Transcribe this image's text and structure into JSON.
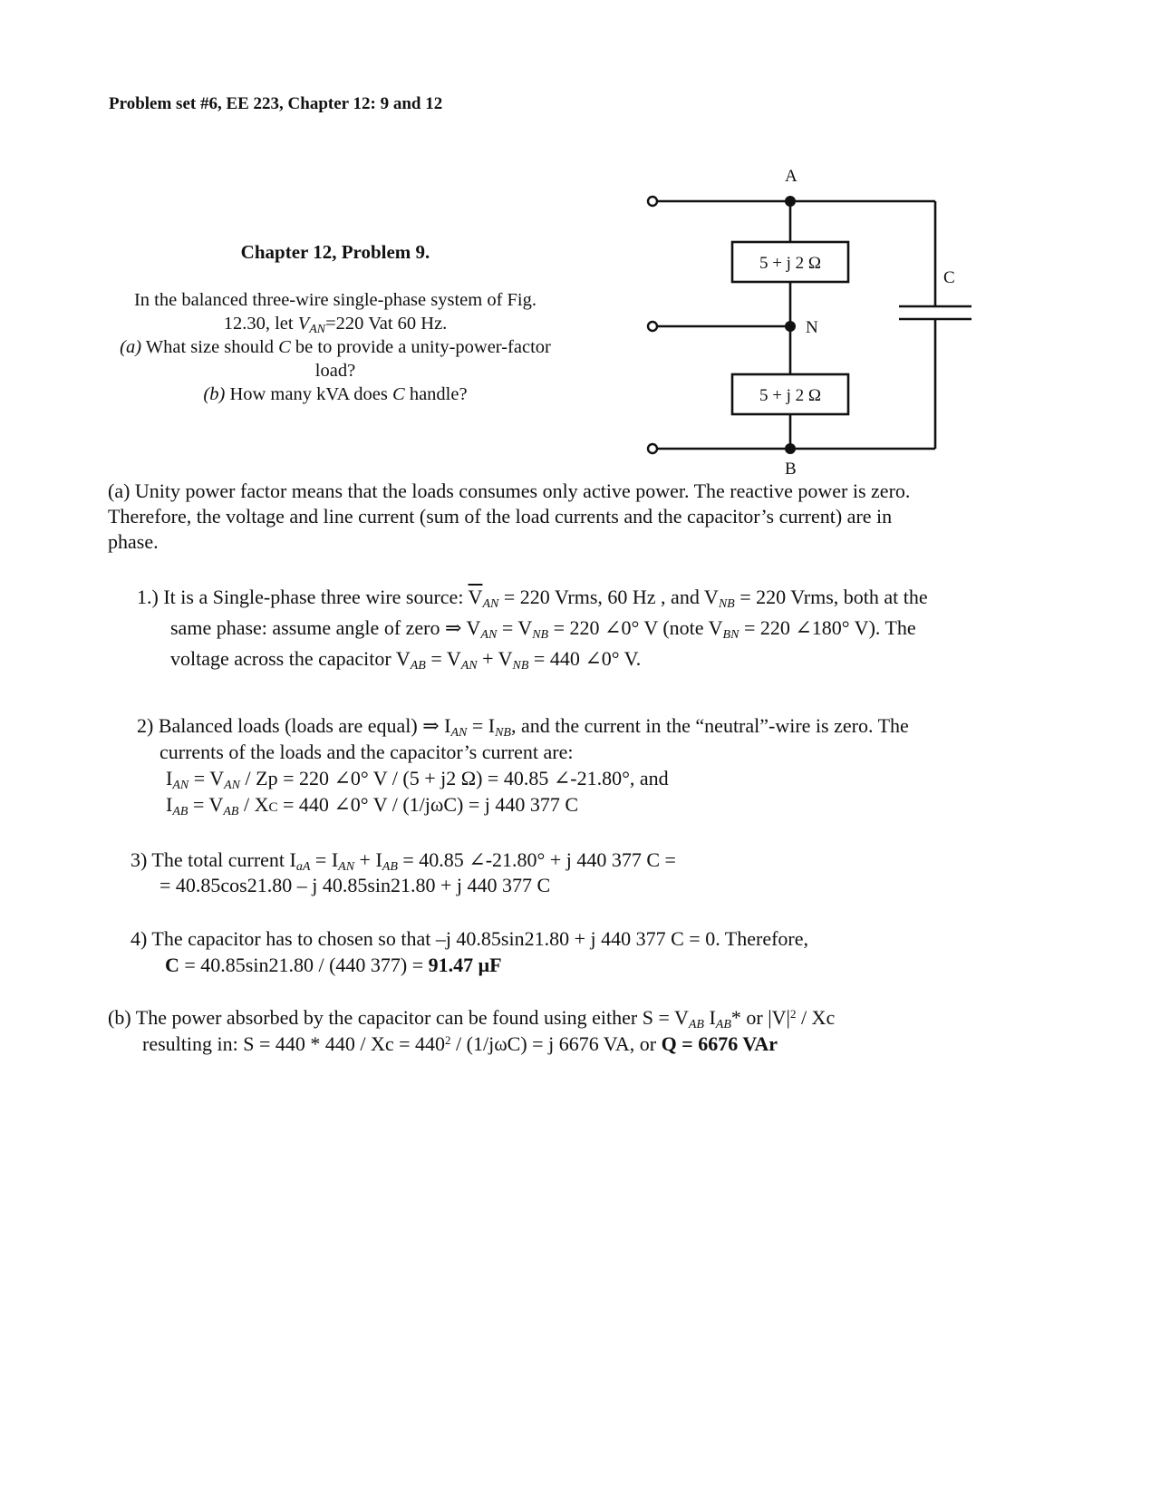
{
  "header": "Problem set #6, EE 223, Chapter 12: 9 and 12",
  "problem": {
    "title": "Chapter 12, Problem 9.",
    "intro": "In the balanced three-wire single-phase system of Fig. 12.30, let",
    "v_label": "V",
    "v_sub": "AN",
    "v_value": "=220 Vat 60 Hz.",
    "a_label": "(a)",
    "a_text_1": " What size should ",
    "a_c": "C",
    "a_text_2": " be to provide a unity-power-factor load?",
    "b_label": "(b)",
    "b_text_1": " How many kVA does ",
    "b_c": "C",
    "b_text_2": " handle?"
  },
  "circuit": {
    "node_a": "A",
    "node_b": "B",
    "node_n": "N",
    "cap_label": "C",
    "load_top": "5 + j 2 Ω",
    "load_bottom": "5 + j 2 Ω"
  },
  "part_a": {
    "line1": "(a) Unity power factor means that the loads consumes only active power. The reactive power is zero.",
    "line2": "Therefore, the voltage and line current (sum of the load currents and the capacitor’s current) are in",
    "line3": "phase."
  },
  "step1": {
    "l1a": "1.) It is a Single-phase three wire source: ",
    "l1b": " = 220 Vrms, 60 Hz , and V",
    "l1c": " = 220 Vrms, both at the",
    "l2a": "same phase: assume angle of zero  ⇒  V",
    "l2b": " = V",
    "l2c": " = 220 ∠0° V (note V",
    "l2d": " = 220 ∠180° V). The",
    "l3a": "voltage across the capacitor V",
    "l3b": " = V",
    "l3c": " + V",
    "l3d": " = 440 ∠0° V."
  },
  "step2": {
    "l1a": "2) Balanced loads  (loads are equal) ⇒  I",
    "l1b": " = I",
    "l1c": ", and the current in the “neutral”-wire is zero. The",
    "l2": "currents of the loads and the capacitor’s current are:",
    "l3a": "I",
    "l3b": " = V",
    "l3c": " / Zp = 220 ∠0° V / (5 + j2 Ω) = 40.85 ∠-21.80°, and",
    "l4a": "I",
    "l4b": " = V",
    "l4c": " / X",
    "l4d": " = 440 ∠0° V / (1/jωC)  =  j 440 377 C"
  },
  "step3": {
    "l1a": "3)  The total current I",
    "l1b": " = I",
    "l1c": " + I",
    "l1d": " = 40.85 ∠-21.80° + j 440 377 C =",
    "l2": "= 40.85cos21.80 – j 40.85sin21.80 + j 440 377 C"
  },
  "step4": {
    "l1": "4)  The capacitor has to chosen so that   –j 40.85sin21.80 + j 440 377 C = 0.  Therefore,",
    "l2a": "C",
    "l2b": " = 40.85sin21.80 / (440 377) = ",
    "l2c": "91.47 μF"
  },
  "part_b": {
    "l1a": "(b) The power absorbed by the capacitor can be found using either  S = V",
    "l1b": " I",
    "l1c": "*  or |V|",
    "l1d": " / Xc",
    "l2a": "resulting in:  S = 440 * 440 / Xc = 440",
    "l2b": " / (1/jωC) = j 6676 VA, or ",
    "l2c": "Q = 6676 VAr"
  },
  "subs": {
    "AN": "AN",
    "NB": "NB",
    "BN": "BN",
    "AB": "AB",
    "C": "C",
    "aA": "aA",
    "two": "2"
  }
}
